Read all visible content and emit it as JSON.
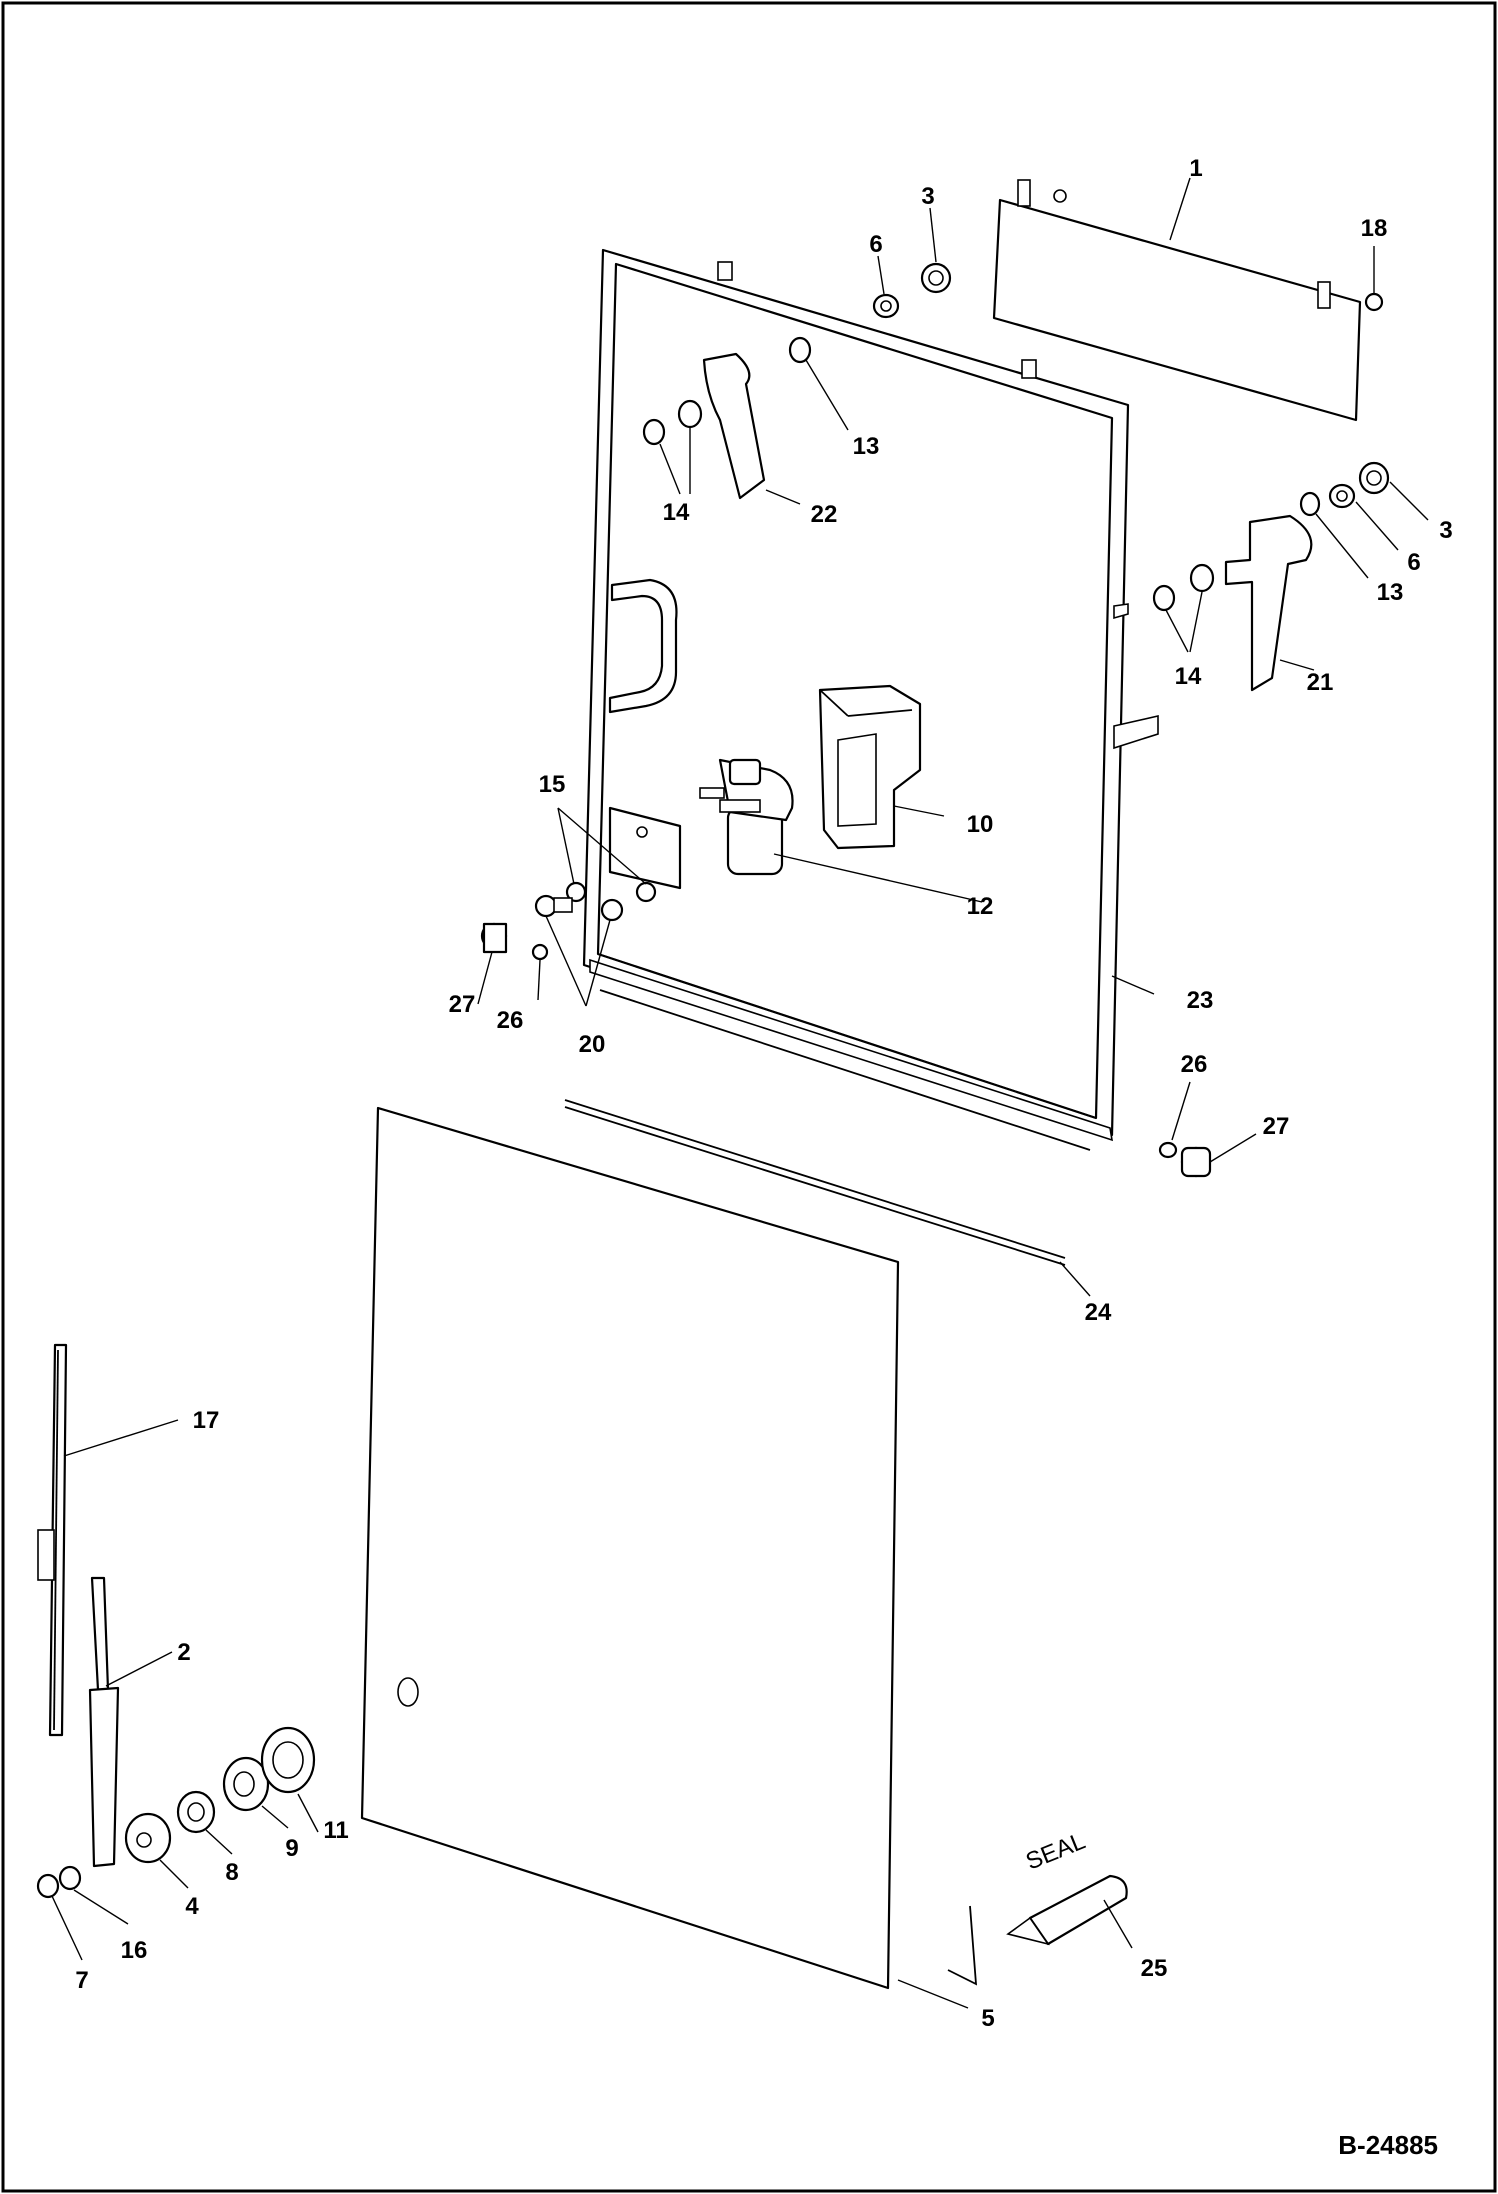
{
  "drawing_number": "B-24885",
  "seal_text": "SEAL",
  "callouts": [
    {
      "id": "c1",
      "text": "1"
    },
    {
      "id": "c2",
      "text": "2"
    },
    {
      "id": "c3a",
      "text": "3"
    },
    {
      "id": "c3b",
      "text": "3"
    },
    {
      "id": "c4",
      "text": "4"
    },
    {
      "id": "c5",
      "text": "5"
    },
    {
      "id": "c6a",
      "text": "6"
    },
    {
      "id": "c6b",
      "text": "6"
    },
    {
      "id": "c7",
      "text": "7"
    },
    {
      "id": "c8",
      "text": "8"
    },
    {
      "id": "c9",
      "text": "9"
    },
    {
      "id": "c10",
      "text": "10"
    },
    {
      "id": "c11",
      "text": "11"
    },
    {
      "id": "c12",
      "text": "12"
    },
    {
      "id": "c13a",
      "text": "13"
    },
    {
      "id": "c13b",
      "text": "13"
    },
    {
      "id": "c14a",
      "text": "14"
    },
    {
      "id": "c14b",
      "text": "14"
    },
    {
      "id": "c15",
      "text": "15"
    },
    {
      "id": "c16",
      "text": "16"
    },
    {
      "id": "c17",
      "text": "17"
    },
    {
      "id": "c18",
      "text": "18"
    },
    {
      "id": "c20",
      "text": "20"
    },
    {
      "id": "c21",
      "text": "21"
    },
    {
      "id": "c22",
      "text": "22"
    },
    {
      "id": "c23",
      "text": "23"
    },
    {
      "id": "c24",
      "text": "24"
    },
    {
      "id": "c25",
      "text": "25"
    },
    {
      "id": "c26a",
      "text": "26"
    },
    {
      "id": "c26b",
      "text": "26"
    },
    {
      "id": "c27a",
      "text": "27"
    },
    {
      "id": "c27b",
      "text": "27"
    }
  ]
}
